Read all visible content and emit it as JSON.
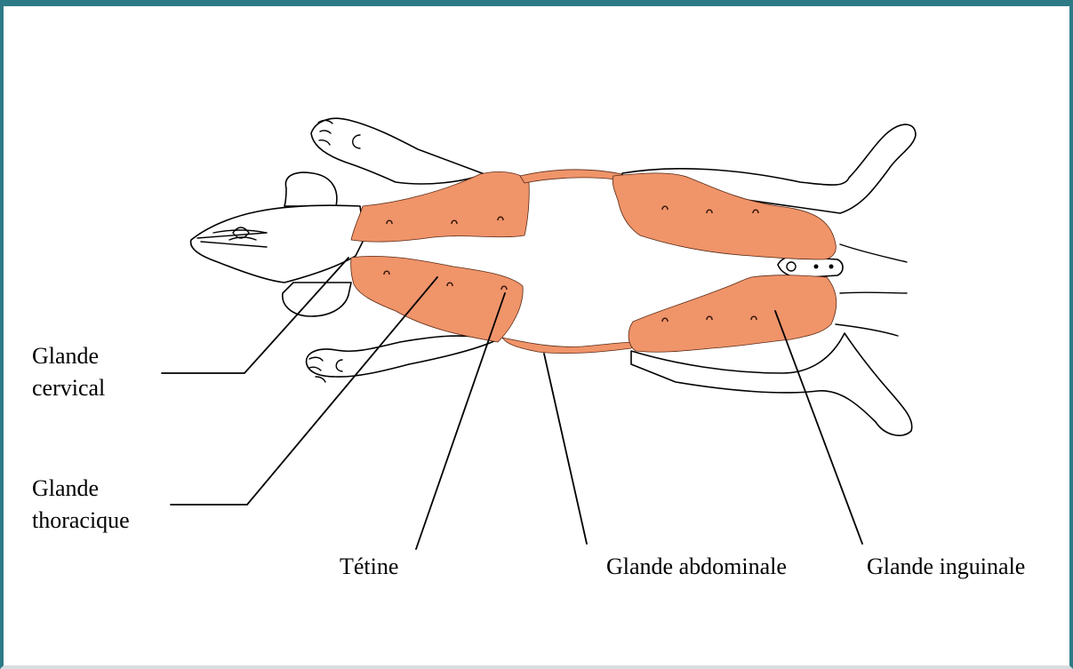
{
  "colors": {
    "gland_fill": "#f0946a",
    "frame_border": "#2c7a86",
    "outline": "#000000"
  },
  "labels": {
    "cervical": {
      "line1": "Glande",
      "line2": "cervical"
    },
    "thoracic": {
      "line1": "Glande",
      "line2": "thoracique"
    },
    "teat": "Tétine",
    "abdominal": "Glande abdominale",
    "inguinal": "Glande inguinale"
  }
}
